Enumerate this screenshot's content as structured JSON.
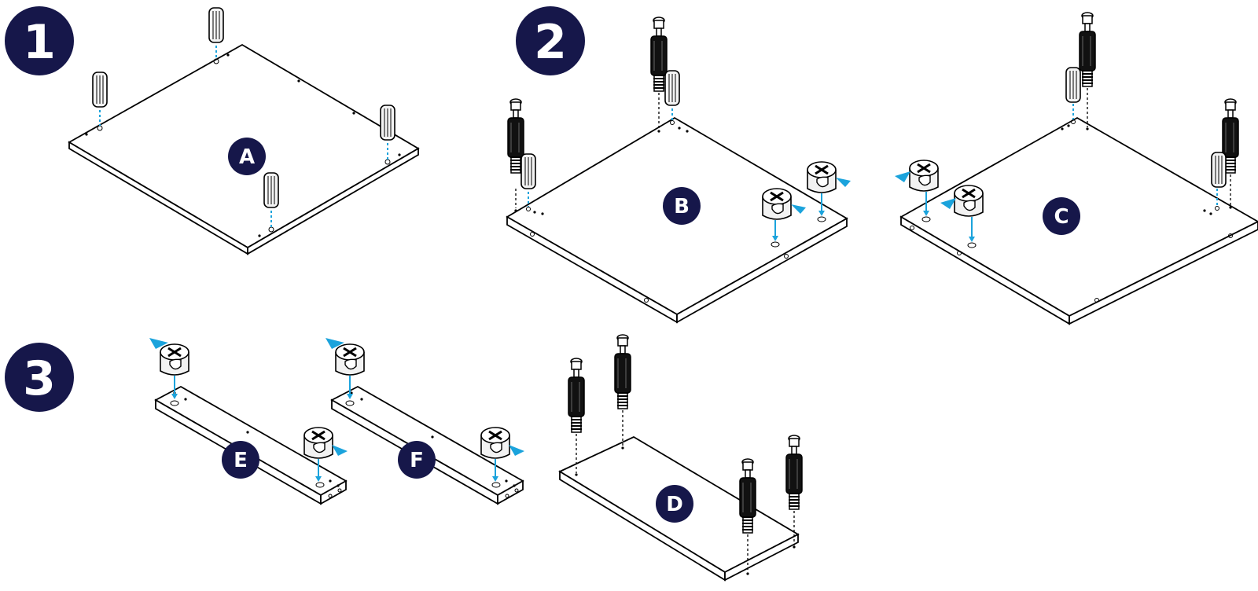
{
  "colors": {
    "badge": "#16174a",
    "line": "#000000",
    "arrow": "#1ba3dc",
    "dashed": "#1ba3dc",
    "paper": "#ffffff"
  },
  "steps": [
    {
      "number": "1"
    },
    {
      "number": "2"
    },
    {
      "number": "3"
    }
  ],
  "parts": {
    "A": "A",
    "B": "B",
    "C": "C",
    "D": "D",
    "E": "E",
    "F": "F"
  },
  "hardware": {
    "dowel": "wooden-dowel-icon",
    "cam_bolt": "cam-bolt-icon",
    "cam_lock": "cam-lock-icon"
  }
}
